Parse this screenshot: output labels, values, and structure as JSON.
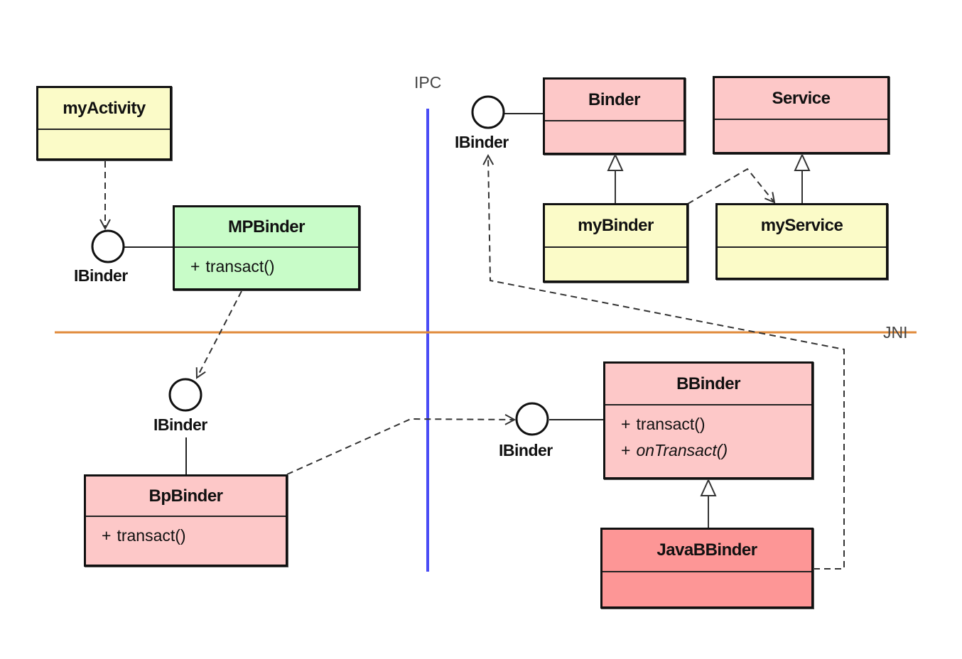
{
  "boundaries": {
    "ipc_label": "IPC",
    "jni_label": "JNI",
    "ipc_color": "#4a4cf5",
    "jni_color": "#e08a3a"
  },
  "interface_name": "IBinder",
  "classes": {
    "my_activity": {
      "name": "myActivity",
      "operations": []
    },
    "mp_binder": {
      "name": "MPBinder",
      "operations": [
        {
          "vis": "+",
          "name": "transact()"
        }
      ]
    },
    "bp_binder": {
      "name": "BpBinder",
      "operations": [
        {
          "vis": "+",
          "name": "transact()"
        }
      ]
    },
    "binder": {
      "name": "Binder",
      "operations": []
    },
    "service": {
      "name": "Service",
      "operations": []
    },
    "my_binder": {
      "name": "myBinder",
      "operations": []
    },
    "my_service": {
      "name": "myService",
      "operations": []
    },
    "b_binder": {
      "name": "BBinder",
      "operations": [
        {
          "vis": "+",
          "name": "transact()"
        },
        {
          "vis": "+",
          "name": "onTransact()",
          "abstract": true
        }
      ]
    },
    "java_b_binder": {
      "name": "JavaBBinder",
      "operations": []
    }
  },
  "colors": {
    "app_class": "#fbfbc8",
    "proxy_class": "#c8fcc8",
    "framework_class": "#fdc8c8",
    "native_bridge_class": "#fd9696",
    "outline": "#111111",
    "dependency_line": "#333333"
  }
}
